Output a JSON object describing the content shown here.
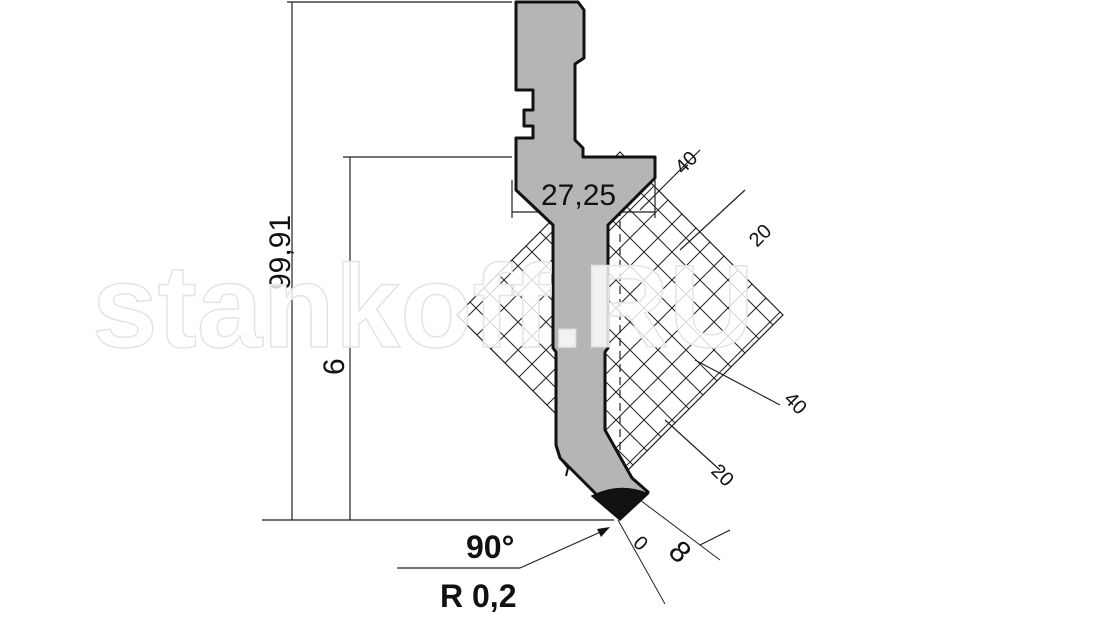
{
  "dimensions": {
    "total_height": "99,91",
    "height_lower": "6",
    "shoulder_width": "27,25"
  },
  "bend": {
    "angle": "90°",
    "radius": "R 0,2"
  },
  "scale": {
    "upper_right": [
      "40",
      "20"
    ],
    "lower_right": [
      "40",
      "20"
    ],
    "bottom": [
      "0",
      "8"
    ]
  },
  "watermark": {
    "text": "stankoff.RU"
  },
  "colors": {
    "tool_fill": "#b5b5b5",
    "outline": "#111111",
    "tip_fill": "#111111",
    "grid": "#222222"
  }
}
